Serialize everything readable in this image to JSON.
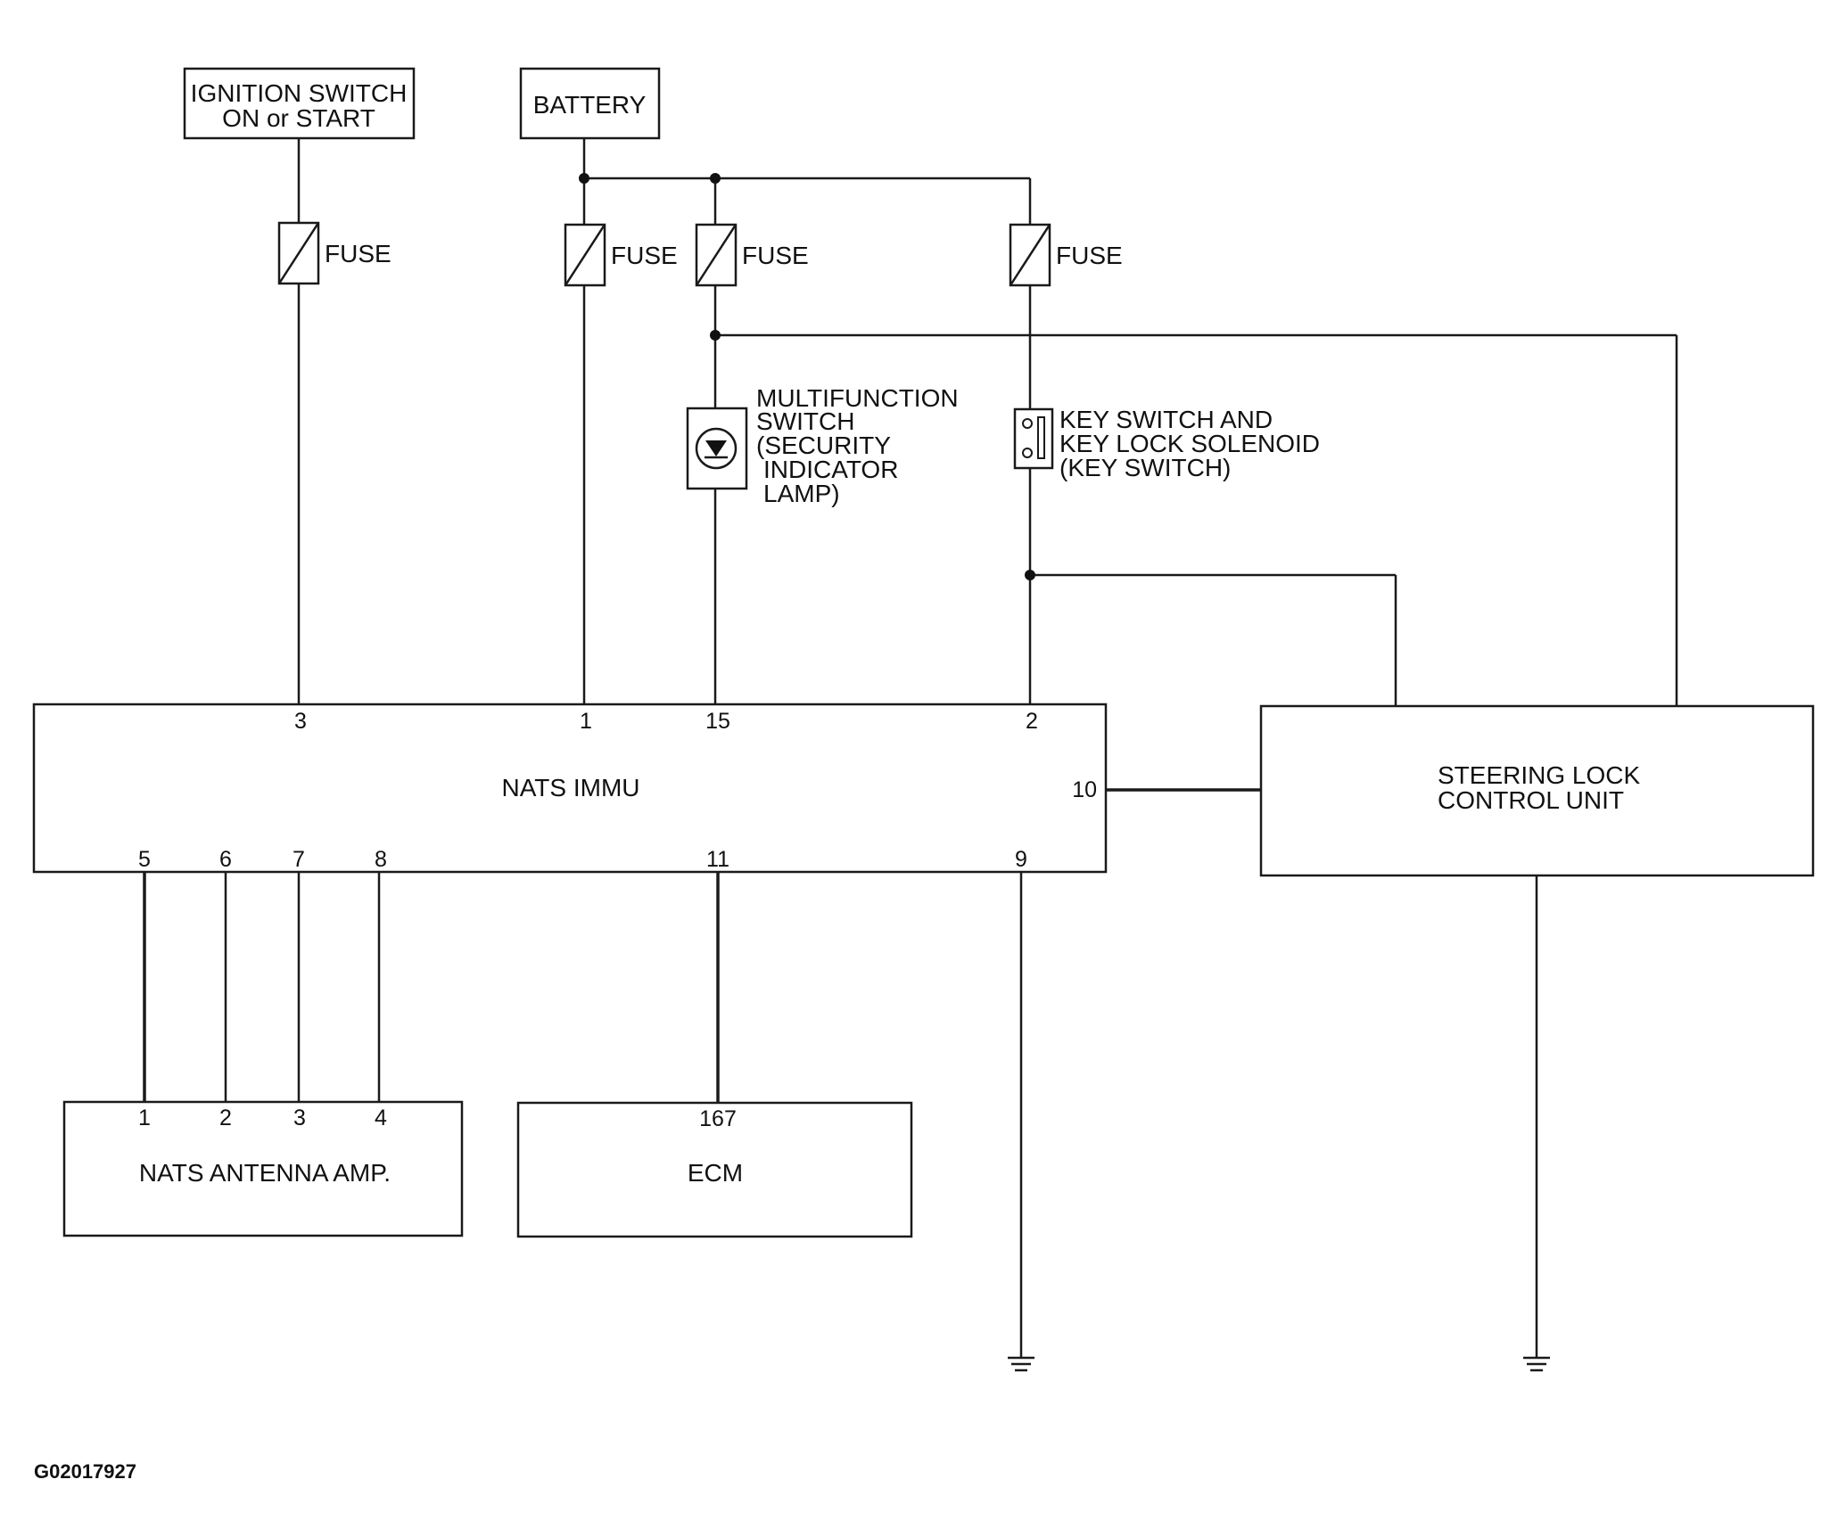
{
  "sources": {
    "ignition_line1": "IGNITION SWITCH",
    "ignition_line2": "ON or START",
    "battery": "BATTERY"
  },
  "fuse_label": "FUSE",
  "multifunction_switch": {
    "line1": "MULTIFUNCTION",
    "line2": "SWITCH",
    "line3": "(SECURITY",
    "line4": "INDICATOR",
    "line5": "LAMP)"
  },
  "key_switch": {
    "line1": "KEY SWITCH AND",
    "line2": "KEY LOCK SOLENOID",
    "line3": "(KEY SWITCH)"
  },
  "nats_immu": {
    "label": "NATS IMMU",
    "pins": {
      "p3": "3",
      "p1": "1",
      "p15": "15",
      "p2": "2",
      "p10": "10",
      "p5": "5",
      "p6": "6",
      "p7": "7",
      "p8": "8",
      "p11": "11",
      "p9": "9"
    }
  },
  "steering_lock": {
    "line1": "STEERING LOCK",
    "line2": "CONTROL UNIT"
  },
  "nats_antenna": {
    "label": "NATS ANTENNA AMP.",
    "pins": {
      "p1": "1",
      "p2": "2",
      "p3": "3",
      "p4": "4"
    }
  },
  "ecm": {
    "label": "ECM",
    "pin": "167"
  },
  "figure_id": "G02017927"
}
